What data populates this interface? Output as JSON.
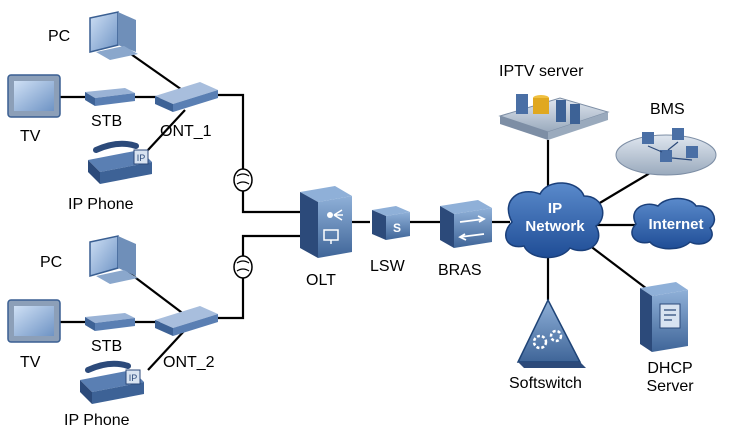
{
  "labels": {
    "pc_top": "PC",
    "tv_top": "TV",
    "stb_top": "STB",
    "ont_top": "ONT_1",
    "phone_top": "IP Phone",
    "pc_bottom": "PC",
    "tv_bottom": "TV",
    "stb_bottom": "STB",
    "ont_bottom": "ONT_2",
    "phone_bottom": "IP Phone",
    "olt": "OLT",
    "lsw": "LSW",
    "bras": "BRAS",
    "iptv": "IPTV server",
    "bms": "BMS",
    "softswitch": "Softswitch",
    "dhcp_line1": "DHCP",
    "dhcp_line2": "Server"
  },
  "icons": {
    "lsw_glyph": "S"
  },
  "clouds": {
    "ip_network_line1": "IP",
    "ip_network_line2": "Network",
    "internet": "Internet"
  },
  "colors": {
    "device_blue": "#4a6fa5",
    "device_dark": "#2c4a7a",
    "cloud_blue": "#2f5fa8",
    "line": "#000000"
  }
}
